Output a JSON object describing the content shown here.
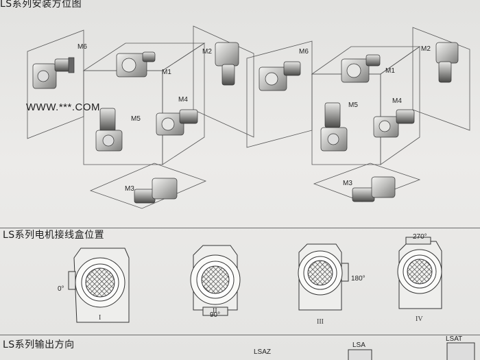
{
  "section1": {
    "title": "LS系列安装方位图"
  },
  "watermark": "WWW.***.COM",
  "diagram_left": {
    "planes": [
      "M6",
      "M2",
      "M1",
      "M5",
      "M4",
      "M3"
    ]
  },
  "diagram_right": {
    "planes": [
      "M6",
      "M2",
      "M1",
      "M5",
      "M4",
      "M3"
    ]
  },
  "section2": {
    "title": "LS系列电机接线盒位置",
    "positions": [
      {
        "roman": "I",
        "angle": "0°"
      },
      {
        "roman": "II",
        "angle": "90°"
      },
      {
        "roman": "III",
        "angle": "180°"
      },
      {
        "roman": "IV",
        "angle": "270°"
      }
    ]
  },
  "section3": {
    "title": "LS系列输出方向",
    "labels": [
      "LSAZ",
      "LSA",
      "LSAT"
    ]
  }
}
